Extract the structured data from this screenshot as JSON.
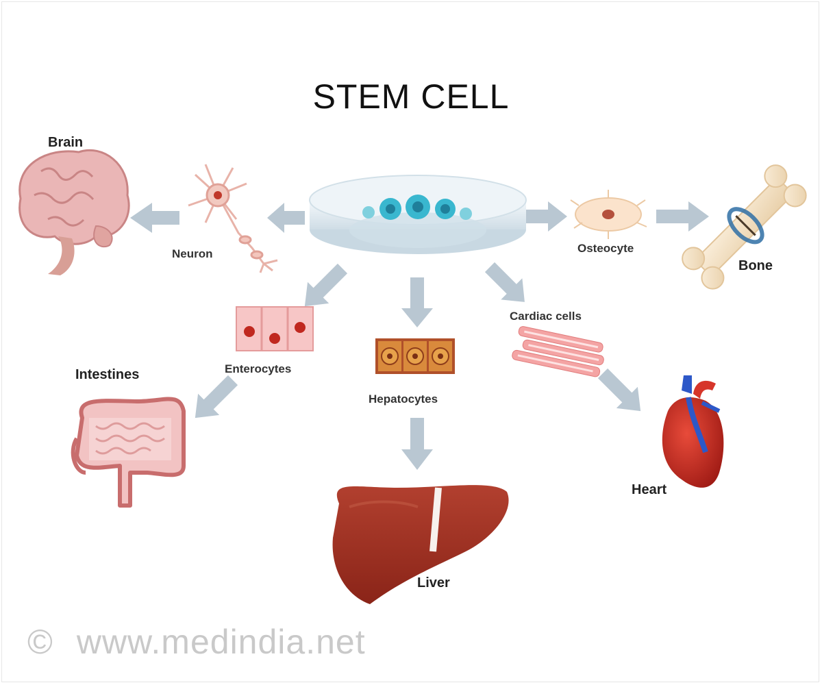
{
  "title": "STEM CELL",
  "nodes": {
    "brain": "Brain",
    "neuron": "Neuron",
    "osteocyte": "Osteocyte",
    "bone": "Bone",
    "enterocytes": "Enterocytes",
    "intestines": "Intestines",
    "hepatocytes": "Hepatocytes",
    "liver": "Liver",
    "cardiac_cells": "Cardiac cells",
    "heart": "Heart"
  },
  "watermark": {
    "symbol": "©",
    "text": "www.medindia.net"
  },
  "colors": {
    "arrow": "#b9c7d2",
    "dish": "#dfe9ef",
    "stem_cell": "#39b7cf",
    "brain": "#eab6b6",
    "liver": "#9b2b1f",
    "heart": "#c9281f",
    "bone": "#f1dcc0"
  }
}
